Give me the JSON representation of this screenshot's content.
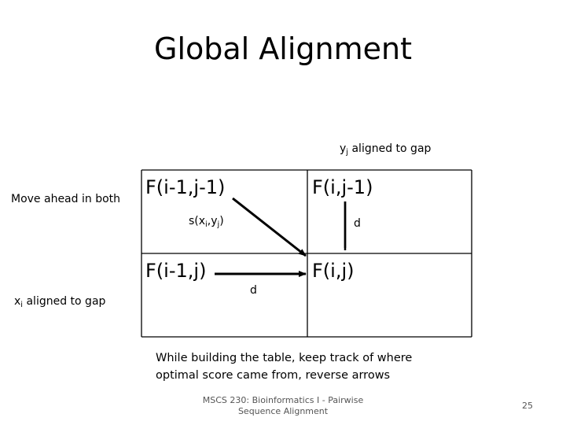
{
  "slide": {
    "title": "Global Alignment",
    "footer_line1": "MSCS 230: Bioinformatics I - Pairwise",
    "footer_line2": "Sequence Alignment",
    "page_number": "25"
  },
  "labels": {
    "yj_gap_prefix": "y",
    "yj_gap_sub": "j",
    "yj_gap_suffix": " aligned to gap",
    "move_both": "Move ahead in both",
    "xi_gap_prefix": "x",
    "xi_gap_sub": "i",
    "xi_gap_suffix": " aligned to gap",
    "s_open": "s(x",
    "s_sub_i": "i",
    "s_mid": ",y",
    "s_sub_j": "j",
    "s_close": ")",
    "d_top": "d",
    "d_bottom": "d"
  },
  "cells": {
    "top_left": "F(i-1,j-1)",
    "top_right": "F(i,j-1)",
    "bottom_left": "F(i-1,j)",
    "bottom_right": "F(i,j)"
  },
  "note": {
    "line1": "While building the table, keep track of where",
    "line2": "optimal score came from, reverse arrows"
  }
}
